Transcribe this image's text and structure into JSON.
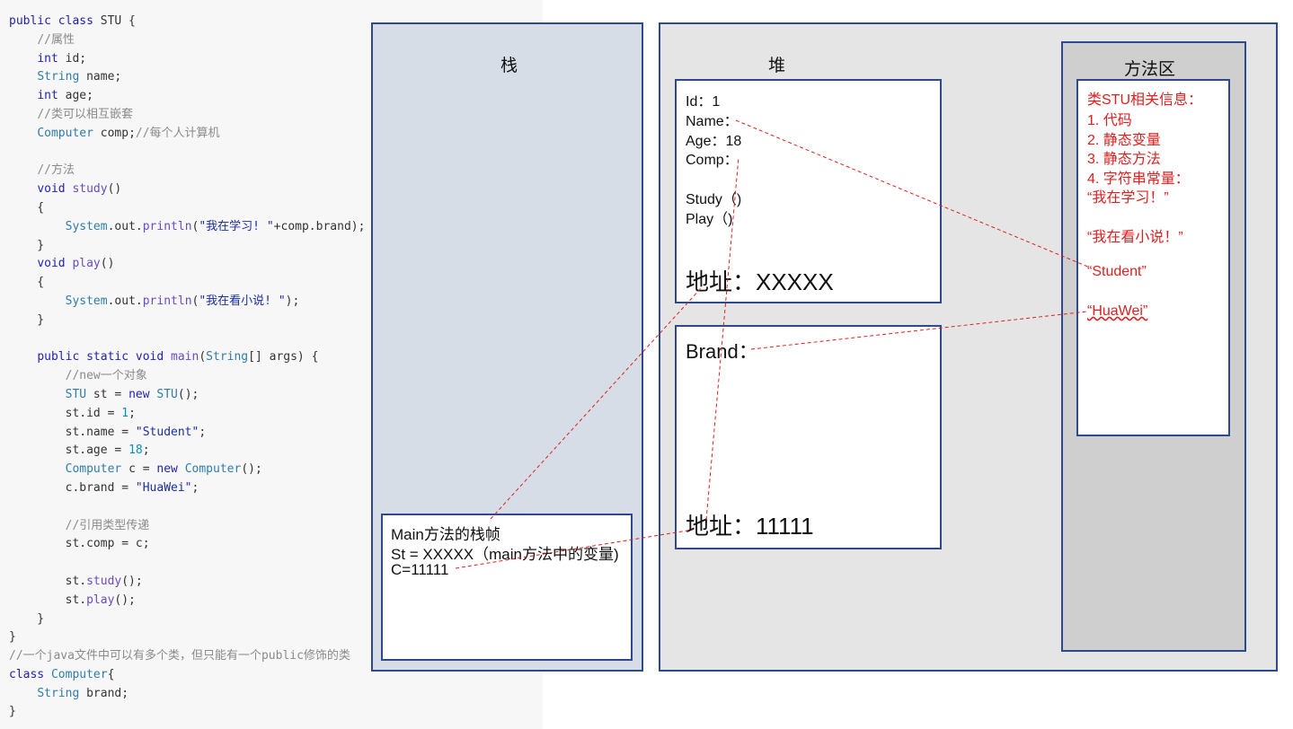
{
  "code_lines": [
    [
      [
        "kw",
        "public class "
      ],
      [
        "",
        "STU {"
      ]
    ],
    [
      [
        "",
        "    "
      ],
      [
        "cm",
        "//属性"
      ]
    ],
    [
      [
        "",
        "    "
      ],
      [
        "kw",
        "int"
      ],
      [
        "",
        " id;"
      ]
    ],
    [
      [
        "",
        "    "
      ],
      [
        "ty",
        "String"
      ],
      [
        "",
        " name;"
      ]
    ],
    [
      [
        "",
        "    "
      ],
      [
        "kw",
        "int"
      ],
      [
        "",
        " age;"
      ]
    ],
    [
      [
        "",
        "    "
      ],
      [
        "cm",
        "//类可以相互嵌套"
      ]
    ],
    [
      [
        "",
        "    "
      ],
      [
        "ty",
        "Computer"
      ],
      [
        "",
        " comp;"
      ],
      [
        "cm",
        "//每个人计算机"
      ]
    ],
    [
      [
        "",
        ""
      ]
    ],
    [
      [
        "",
        "    "
      ],
      [
        "cm",
        "//方法"
      ]
    ],
    [
      [
        "",
        "    "
      ],
      [
        "kw",
        "void "
      ],
      [
        "fn",
        "study"
      ],
      [
        "",
        "()"
      ]
    ],
    [
      [
        "",
        "    {"
      ]
    ],
    [
      [
        "",
        "        "
      ],
      [
        "ty",
        "System"
      ],
      [
        "",
        ".out."
      ],
      [
        "fn",
        "println"
      ],
      [
        "",
        "("
      ],
      [
        "st",
        "\"我在学习! \""
      ],
      [
        "",
        "+comp.brand);"
      ]
    ],
    [
      [
        "",
        "    }"
      ]
    ],
    [
      [
        "",
        "    "
      ],
      [
        "kw",
        "void "
      ],
      [
        "fn",
        "play"
      ],
      [
        "",
        "()"
      ]
    ],
    [
      [
        "",
        "    {"
      ]
    ],
    [
      [
        "",
        "        "
      ],
      [
        "ty",
        "System"
      ],
      [
        "",
        ".out."
      ],
      [
        "fn",
        "println"
      ],
      [
        "",
        "("
      ],
      [
        "st",
        "\"我在看小说! \""
      ],
      [
        "",
        ");"
      ]
    ],
    [
      [
        "",
        "    }"
      ]
    ],
    [
      [
        "",
        ""
      ]
    ],
    [
      [
        "",
        "    "
      ],
      [
        "kw",
        "public static void "
      ],
      [
        "fn",
        "main"
      ],
      [
        "",
        "("
      ],
      [
        "ty",
        "String"
      ],
      [
        "",
        "[] args) {"
      ]
    ],
    [
      [
        "",
        "        "
      ],
      [
        "cm",
        "//new一个对象"
      ]
    ],
    [
      [
        "",
        "        "
      ],
      [
        "ty",
        "STU"
      ],
      [
        "",
        " st = "
      ],
      [
        "kw",
        "new "
      ],
      [
        "ty",
        "STU"
      ],
      [
        "",
        "();"
      ]
    ],
    [
      [
        "",
        "        st.id = "
      ],
      [
        "nu",
        "1"
      ],
      [
        "",
        ";"
      ]
    ],
    [
      [
        "",
        "        st.name = "
      ],
      [
        "st",
        "\"Student\""
      ],
      [
        "",
        ";"
      ]
    ],
    [
      [
        "",
        "        st.age = "
      ],
      [
        "nu",
        "18"
      ],
      [
        "",
        ";"
      ]
    ],
    [
      [
        "",
        "        "
      ],
      [
        "ty",
        "Computer"
      ],
      [
        "",
        " c = "
      ],
      [
        "kw",
        "new "
      ],
      [
        "ty",
        "Computer"
      ],
      [
        "",
        "();"
      ]
    ],
    [
      [
        "",
        "        c.brand = "
      ],
      [
        "st",
        "\"HuaWei\""
      ],
      [
        "",
        ";"
      ]
    ],
    [
      [
        "",
        ""
      ]
    ],
    [
      [
        "",
        "        "
      ],
      [
        "cm",
        "//引用类型传递"
      ]
    ],
    [
      [
        "",
        "        st.comp = c;"
      ]
    ],
    [
      [
        "",
        ""
      ]
    ],
    [
      [
        "",
        "        st."
      ],
      [
        "fn",
        "study"
      ],
      [
        "",
        "();"
      ]
    ],
    [
      [
        "",
        "        st."
      ],
      [
        "fn",
        "play"
      ],
      [
        "",
        "();"
      ]
    ],
    [
      [
        "",
        "    }"
      ]
    ],
    [
      [
        "",
        "}"
      ]
    ],
    [
      [
        "cm",
        "//一个java文件中可以有多个类，但只能有一个public修饰的类"
      ]
    ],
    [
      [
        "kw",
        "class "
      ],
      [
        "ty",
        "Computer"
      ],
      [
        "",
        "{"
      ]
    ],
    [
      [
        "",
        "    "
      ],
      [
        "ty",
        "String"
      ],
      [
        "",
        " brand;"
      ]
    ],
    [
      [
        "",
        "}"
      ]
    ]
  ],
  "diagram": {
    "stack_title": "栈",
    "heap_title": "堆",
    "method_area_title": "方法区",
    "frame": {
      "title": "Main方法的栈帧",
      "st_line": "St = XXXXX（main方法中的变量)",
      "c_line": "C=11111"
    },
    "student_object": {
      "id": "Id：1",
      "name": "Name：",
      "age": "Age：18",
      "comp": "Comp：",
      "study": "Study（)",
      "play": "Play（)",
      "address": "地址：XXXXX"
    },
    "computer_object": {
      "brand": "Brand：",
      "address": "地址：11111"
    },
    "method_info": {
      "header": "类STU相关信息：",
      "items": [
        "1.  代码",
        "2.  静态变量",
        "3.  静态方法",
        "4.  字符串常量："
      ],
      "str_study": "“我在学习！”",
      "str_play": "“我在看小说！”",
      "str_student": "“Student”",
      "str_huawei": "“HuaWei”"
    },
    "colors": {
      "box_border": "#2e4a8c",
      "stack_fill": "#d6dde6",
      "heap_fill": "#e5e5e5",
      "method_area_fill": "#d0cfcf",
      "link_line": "#e02020",
      "info_text": "#e02020"
    }
  }
}
